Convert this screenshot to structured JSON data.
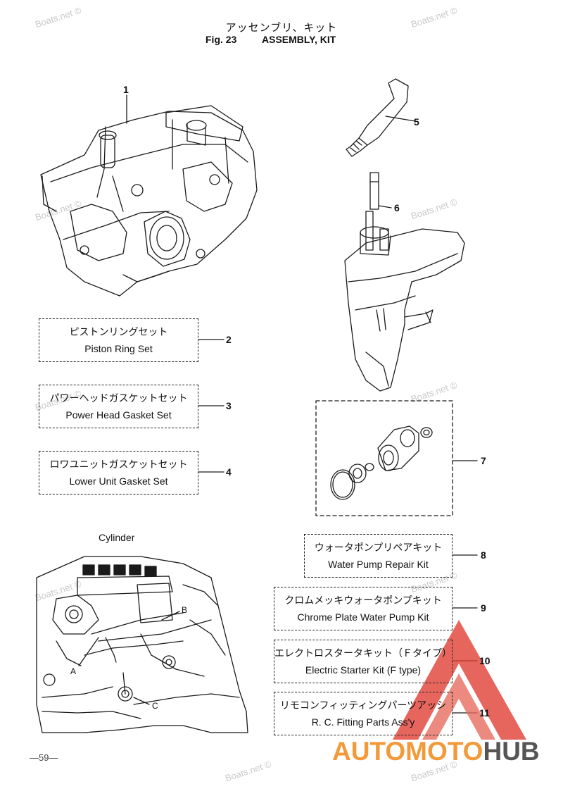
{
  "header": {
    "title_jp": "アッセンブリ、キット",
    "fig_label": "Fig. 23",
    "title_en": "ASSEMBLY, KIT"
  },
  "callouts": [
    "1",
    "2",
    "3",
    "4",
    "5",
    "6",
    "7",
    "8",
    "9",
    "10",
    "11"
  ],
  "kits": [
    {
      "jp": "ピストンリングセット",
      "en": "Piston Ring Set"
    },
    {
      "jp": "パワーヘッドガスケットセット",
      "en": "Power Head Gasket Set"
    },
    {
      "jp": "ロワユニットガスケットセット",
      "en": "Lower Unit Gasket Set"
    },
    {
      "jp": "ウォータポンプリペアキット",
      "en": "Water Pump Repair Kit"
    },
    {
      "jp": "クロムメッキウォータポンプキット",
      "en": "Chrome Plate Water  Pump Kit"
    },
    {
      "jp": "エレクトロスタータキット（Ｆタイプ）",
      "en": "Electric Starter Kit (F type)"
    },
    {
      "jp": "リモコンフィッティングパーツアッシ",
      "en": "R. C. Fitting Parts Ass'y"
    }
  ],
  "cylinder": {
    "label": "Cylinder",
    "letters": [
      "A",
      "B",
      "C"
    ]
  },
  "page_number": "—59—",
  "watermark": "Boats.net ©",
  "logo": {
    "part1": "AUTOMOTO",
    "part2": "HUB",
    "color_red": "#e03c31",
    "color_orange": "#f29a3a",
    "color_dark": "#555555"
  }
}
